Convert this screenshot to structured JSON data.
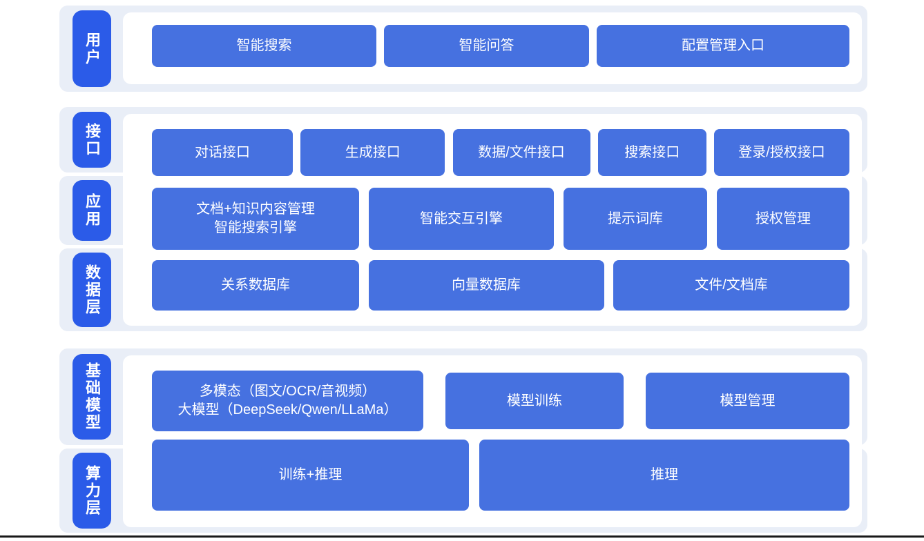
{
  "colors": {
    "page_bg": "#FFFFFF",
    "panel_bg": "#E9EEF7",
    "label_bg": "#2B5BE8",
    "box_bg": "#4671E0",
    "box_text": "#FFFFFF",
    "bottom_line": "#191919"
  },
  "layers": {
    "user": {
      "label": "用户",
      "boxes": [
        {
          "lines": [
            "智能搜索"
          ]
        },
        {
          "lines": [
            "智能问答"
          ]
        },
        {
          "lines": [
            "配置管理入口"
          ]
        }
      ]
    },
    "interface": {
      "label": "接口",
      "boxes": [
        {
          "lines": [
            "对话接口"
          ]
        },
        {
          "lines": [
            "生成接口"
          ]
        },
        {
          "lines": [
            "数据/文件接口"
          ]
        },
        {
          "lines": [
            "搜索接口"
          ]
        },
        {
          "lines": [
            "登录/授权接口"
          ]
        }
      ]
    },
    "application": {
      "label": "应用",
      "boxes": [
        {
          "lines": [
            "文档+知识内容管理",
            "智能搜索引擎"
          ]
        },
        {
          "lines": [
            "智能交互引擎"
          ]
        },
        {
          "lines": [
            "提示词库"
          ]
        },
        {
          "lines": [
            "授权管理"
          ]
        }
      ]
    },
    "data": {
      "label": "数据层",
      "boxes": [
        {
          "lines": [
            "关系数据库"
          ]
        },
        {
          "lines": [
            "向量数据库"
          ]
        },
        {
          "lines": [
            "文件/文档库"
          ]
        }
      ]
    },
    "foundation": {
      "label": "基础模型",
      "boxes": [
        {
          "lines": [
            "多模态（图文/OCR/音视频）",
            "大模型（DeepSeek/Qwen/LLaMa）"
          ]
        },
        {
          "lines": [
            "模型训练"
          ]
        },
        {
          "lines": [
            "模型管理"
          ]
        }
      ]
    },
    "compute": {
      "label": "算力层",
      "boxes": [
        {
          "lines": [
            "训练+推理"
          ]
        },
        {
          "lines": [
            "推理"
          ]
        }
      ]
    }
  }
}
